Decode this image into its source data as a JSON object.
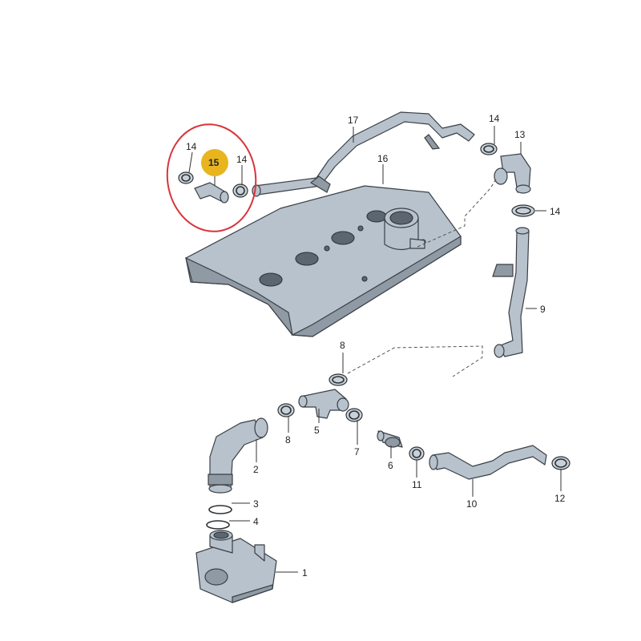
{
  "diagram": {
    "callouts": [
      {
        "id": "c1",
        "label": "1"
      },
      {
        "id": "c2",
        "label": "2"
      },
      {
        "id": "c3",
        "label": "3"
      },
      {
        "id": "c4",
        "label": "4"
      },
      {
        "id": "c5",
        "label": "5"
      },
      {
        "id": "c6",
        "label": "6"
      },
      {
        "id": "c7",
        "label": "7"
      },
      {
        "id": "c8a",
        "label": "8"
      },
      {
        "id": "c8b",
        "label": "8"
      },
      {
        "id": "c9",
        "label": "9"
      },
      {
        "id": "c10",
        "label": "10"
      },
      {
        "id": "c11",
        "label": "11"
      },
      {
        "id": "c12",
        "label": "12"
      },
      {
        "id": "c13",
        "label": "13"
      },
      {
        "id": "c14a",
        "label": "14"
      },
      {
        "id": "c14b",
        "label": "14"
      },
      {
        "id": "c14c",
        "label": "14"
      },
      {
        "id": "c14d",
        "label": "14"
      },
      {
        "id": "c15",
        "label": "15"
      },
      {
        "id": "c16",
        "label": "16"
      },
      {
        "id": "c17",
        "label": "17"
      }
    ],
    "highlight": {
      "label": "15",
      "color": "#e8b51f",
      "circle_color": "#d9343a"
    }
  }
}
